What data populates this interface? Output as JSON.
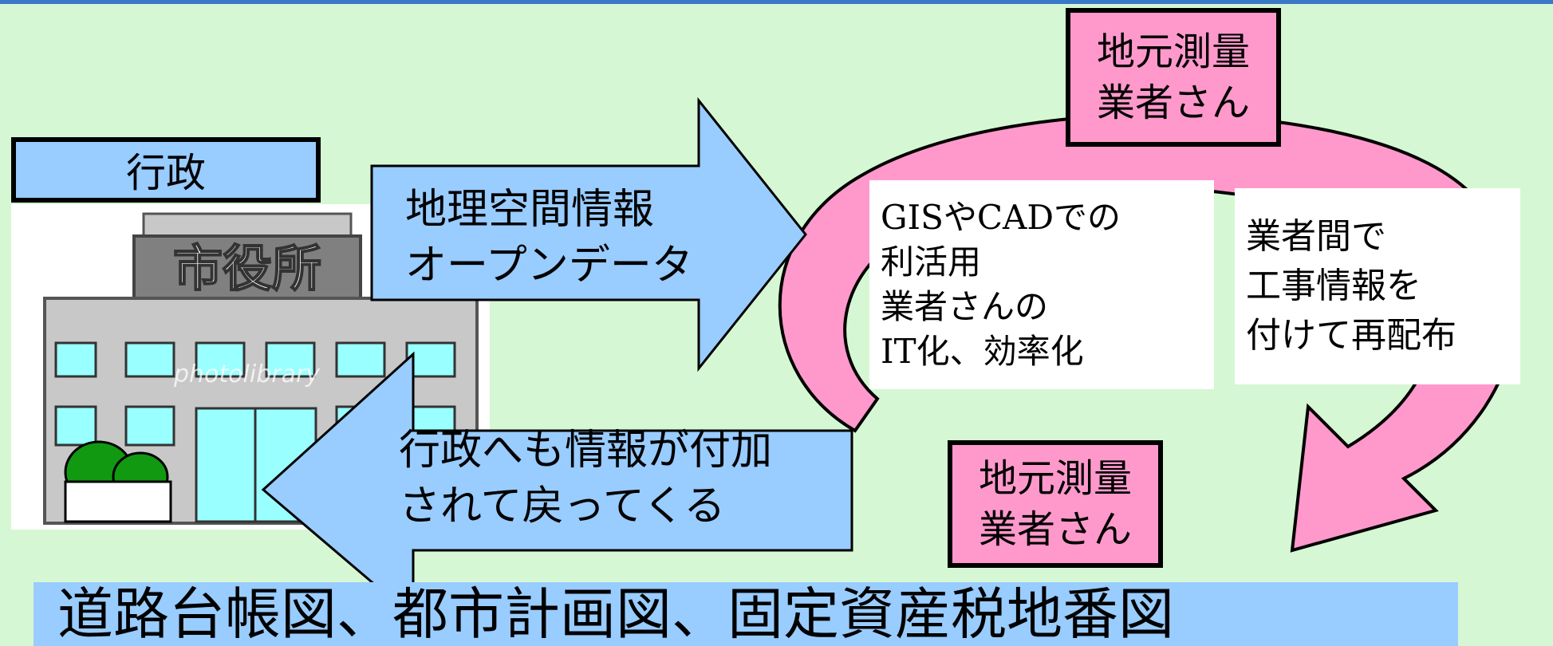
{
  "government_label": "行政",
  "city_hall_sign": "市役所",
  "watermark": "photolibrary",
  "opendata_arrow": {
    "label": "地理空間情報\nオープンデータ"
  },
  "feedback_arrow": {
    "label": "行政へも情報が付加\nされて戻ってくる"
  },
  "surveyor_top": "地元測量\n業者さん",
  "surveyor_bottom": "地元測量\n業者さん",
  "gis_box": "GISやCADでの\n利活用\n業者さんの\nIT化、効率化",
  "exchange_box": "業者間で\n工事情報を\n付けて再配布",
  "bottom_banner": "道路台帳図、都市計画図、固定資産税地番図",
  "colors": {
    "background": "#d6f7d3",
    "blue": "#99ccff",
    "pink": "#ff99cc",
    "building": "#c8c8c8",
    "window": "#99ffff",
    "bush": "#119911"
  }
}
